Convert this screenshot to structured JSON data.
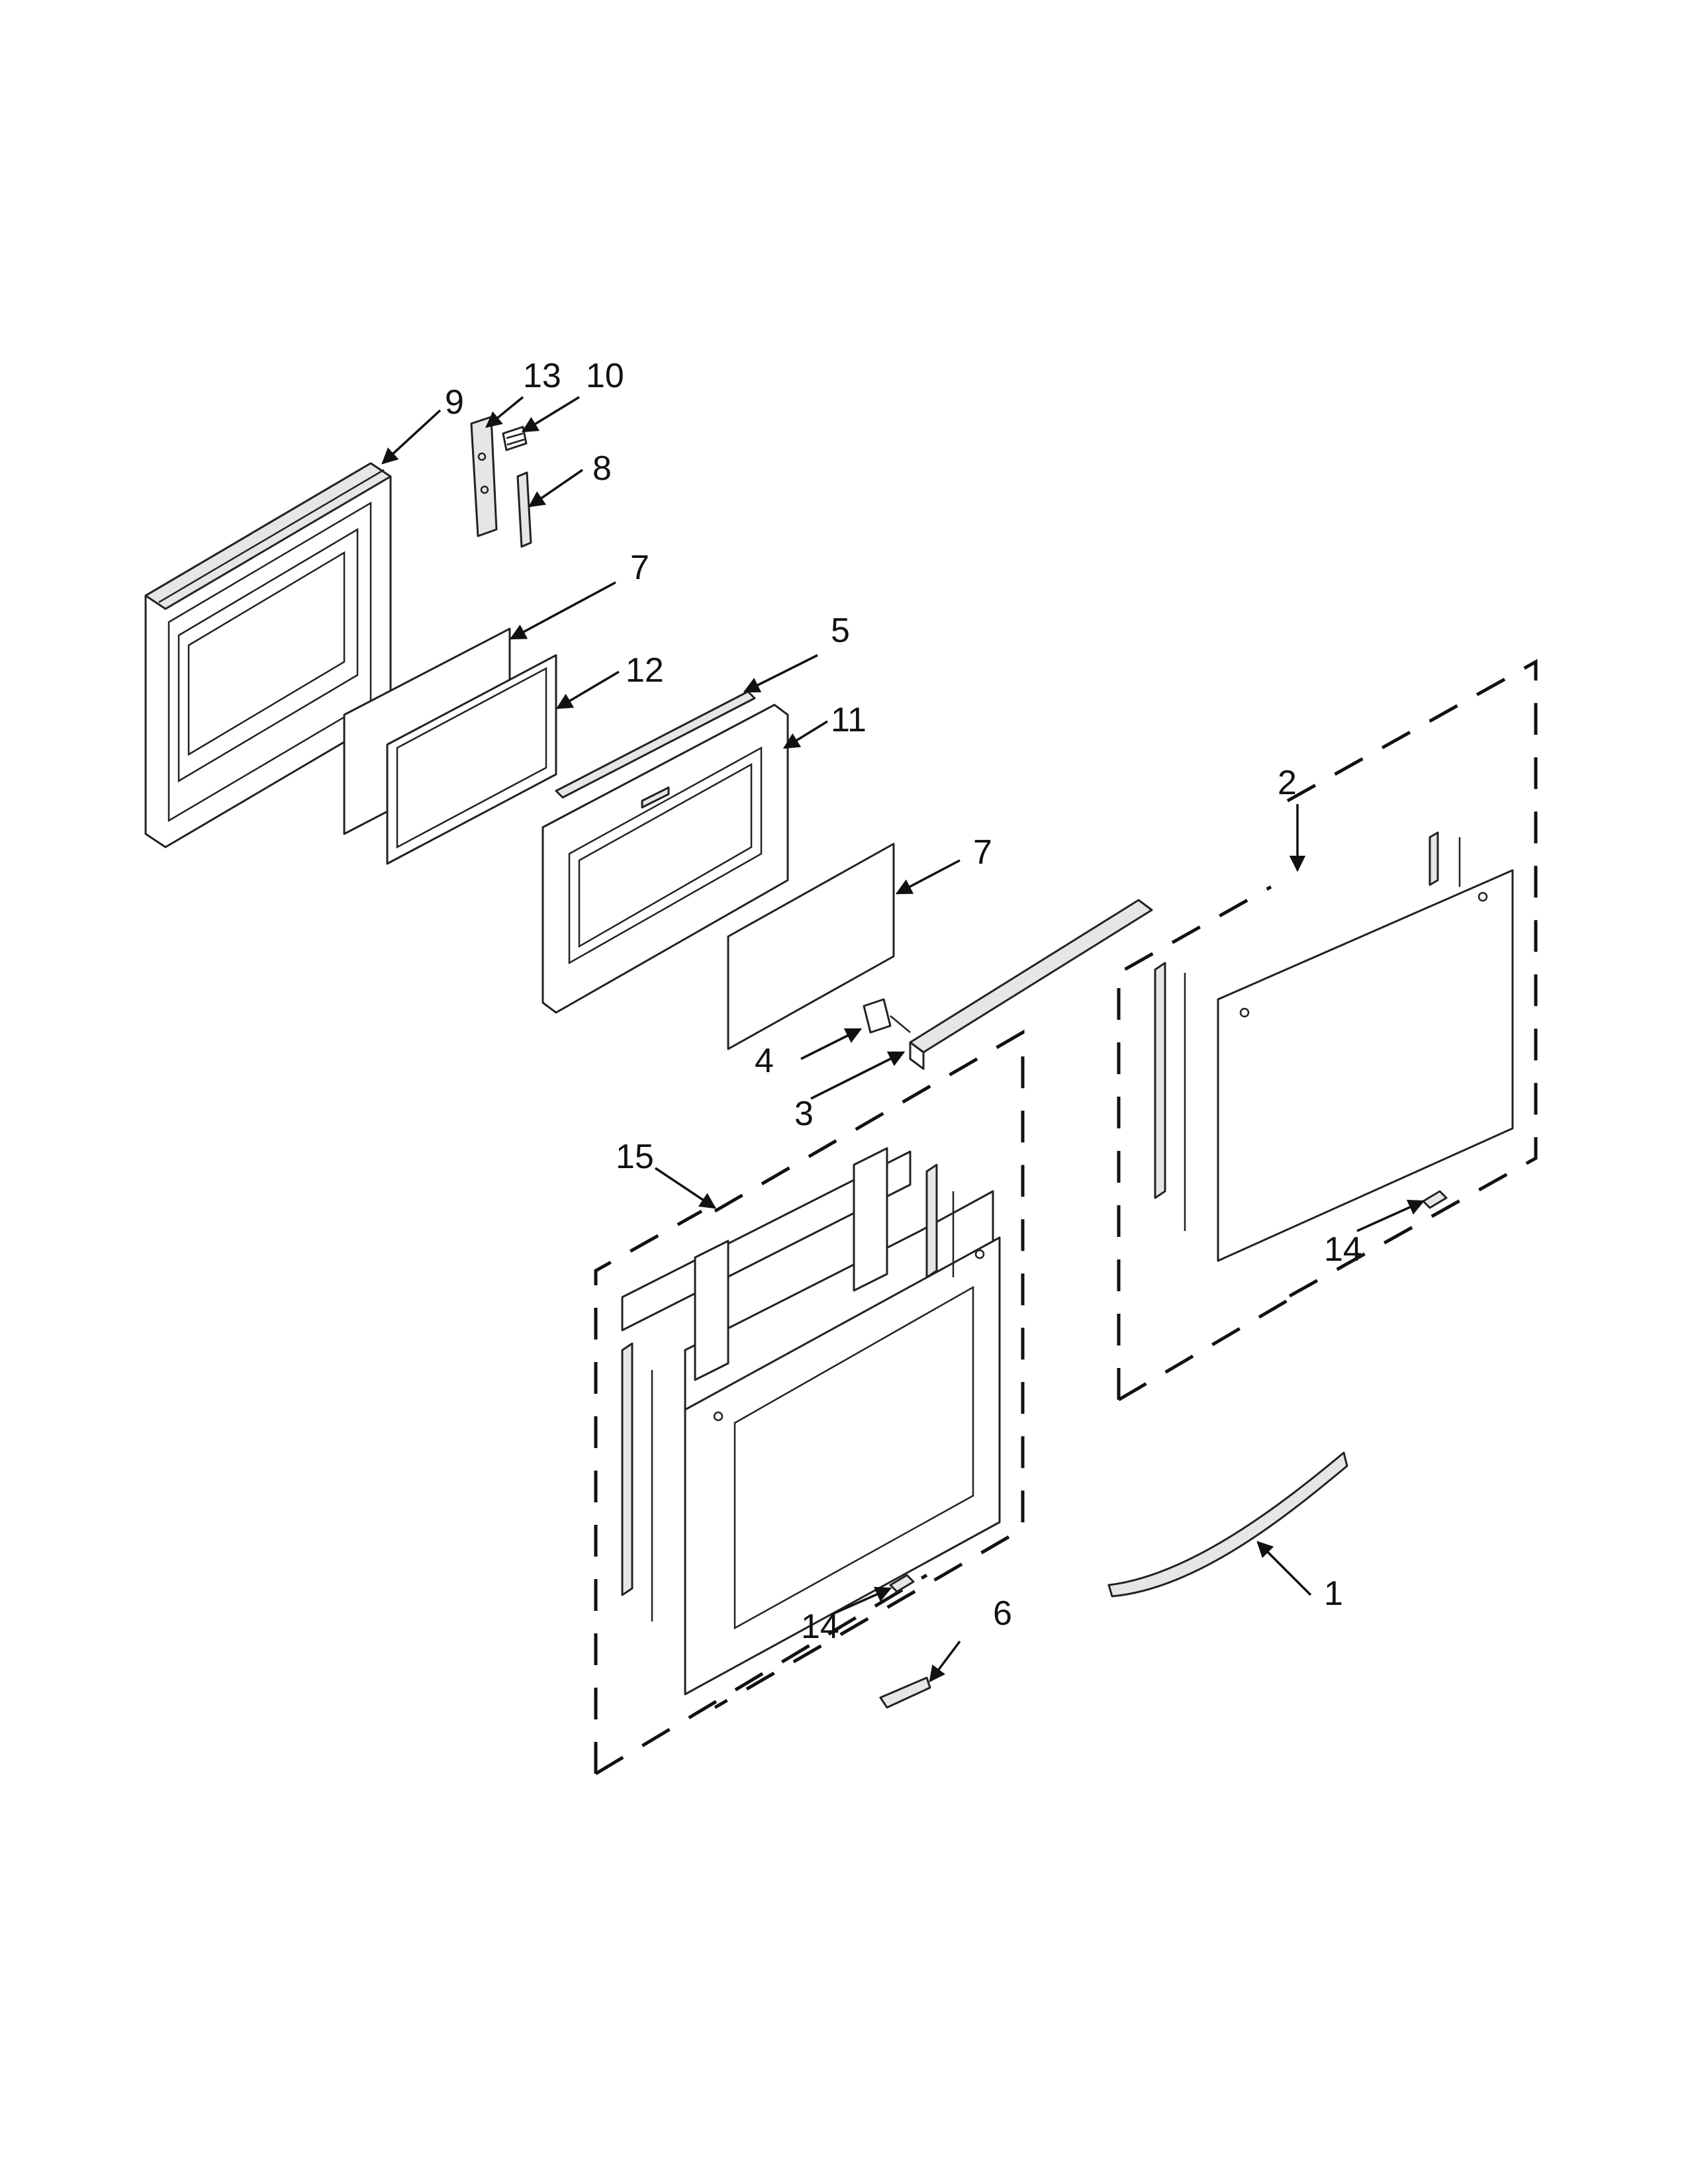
{
  "callouts": {
    "c1": "1",
    "c2": "2",
    "c3": "3",
    "c4": "4",
    "c5": "5",
    "c6": "6",
    "c7a": "7",
    "c7b": "7",
    "c8": "8",
    "c9": "9",
    "c10": "10",
    "c11": "11",
    "c12": "12",
    "c13": "13",
    "c14a": "14",
    "c14b": "14",
    "c15": "15"
  },
  "colors": {
    "line": "#222222",
    "background": "#ffffff",
    "shade": "#e6e6e6"
  }
}
